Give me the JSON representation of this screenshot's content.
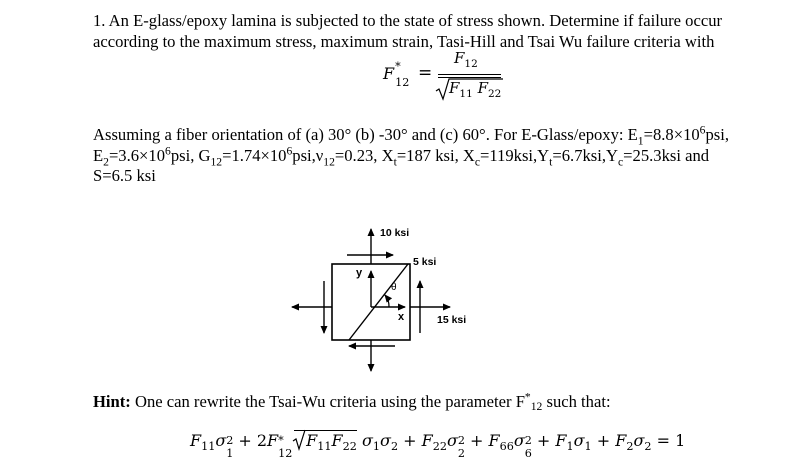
{
  "problem": {
    "line1": "1. An E-glass/epoxy lamina is subjected to the state of stress shown. Determine if failure occur",
    "line2": "according to the maximum stress, maximum strain, Tasi-Hill and Tsai Wu failure criteria with",
    "formula_f12star": {
      "lhs": "F",
      "lhs_sup": "*",
      "lhs_sub": "12",
      "eq": "=",
      "numerator": "F",
      "numerator_sub": "12",
      "denominator_a": "F",
      "denominator_a_sub": "11",
      "denominator_b": "F",
      "denominator_b_sub": "22"
    },
    "assume_line1": "Assuming a fiber orientation of (a) 30° (b) -30° and (c) 60°. For E-Glass/epoxy: E",
    "assume_line1_sub": "1",
    "assume_line1_tail": "=8.8×10",
    "assume_line1_sup": "6",
    "assume_line1_end": "psi,",
    "assume_line2": [
      {
        "t": "E"
      },
      {
        "sub": "2"
      },
      {
        "t": "=3.6×10"
      },
      {
        "sup": "6"
      },
      {
        "t": "psi, G"
      },
      {
        "sub": "12"
      },
      {
        "t": "=1.74×10"
      },
      {
        "sup": "6"
      },
      {
        "t": "psi,ν"
      },
      {
        "sub": "12"
      },
      {
        "t": "=0.23, X"
      },
      {
        "sub": "t"
      },
      {
        "t": "=187 ksi, X"
      },
      {
        "sub": "c"
      },
      {
        "t": "=119ksi,Y"
      },
      {
        "sub": "t"
      },
      {
        "t": "=6.7ksi,Y"
      },
      {
        "sub": "c"
      },
      {
        "t": "=25.3ksi and"
      }
    ],
    "assume_line3": "S=6.5 ksi"
  },
  "diagram": {
    "label_sigma_y": "10 ksi",
    "label_tau": "5 ksi",
    "label_sigma_x": "15 ksi",
    "axis_x": "x",
    "axis_y": "y",
    "angle": "θ"
  },
  "hint": {
    "bold": "Hint:",
    "text": " One can rewrite the Tsai-Wu criteria using the parameter F",
    "sup": "*",
    "sub": "12",
    "tail": " such that:",
    "equation": {
      "t1": "F",
      "t1_sub": "11",
      "t1_var": "σ",
      "t1_var_sub": "1",
      "t1_pow": "2",
      "t2_coef": "+ 2",
      "t2": "F",
      "t2_sup": "*",
      "t2_sub": "12",
      "t2_sqrt_a": "F",
      "t2_sqrt_a_sub": "11",
      "t2_sqrt_b": "F",
      "t2_sqrt_b_sub": "22",
      "t2_v1": "σ",
      "t2_v1_sub": "1",
      "t2_v2": "σ",
      "t2_v2_sub": "2",
      "t3": "+ F",
      "t3_sub": "22",
      "t3_var": "σ",
      "t3_var_sub": "2",
      "t3_pow": "2",
      "t4": "+ F",
      "t4_sub": "66",
      "t4_var": "σ",
      "t4_var_sub": "6",
      "t4_pow": "2",
      "t5": "+ F",
      "t5_sub": "1",
      "t5_var": "σ",
      "t5_var_sub": "1",
      "t6": "+ F",
      "t6_sub": "2",
      "t6_var": "σ",
      "t6_var_sub": "2",
      "rhs": "= 1"
    }
  }
}
